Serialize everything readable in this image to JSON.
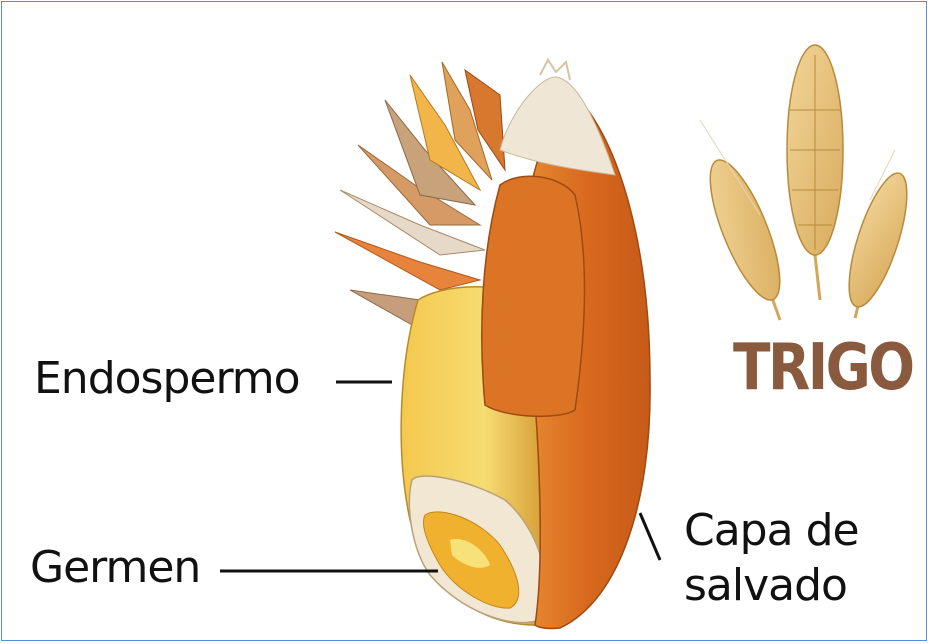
{
  "labels": {
    "endosperm": "Endospermo",
    "germ": "Germen",
    "bran_line1": "Capa de",
    "bran_line2": "salvado"
  },
  "title": "TRIGO",
  "colors": {
    "title": "#8a5a3f",
    "frame": "#5b8ad6",
    "bran": "#d9742a",
    "endosperm": "#f0c04a"
  }
}
